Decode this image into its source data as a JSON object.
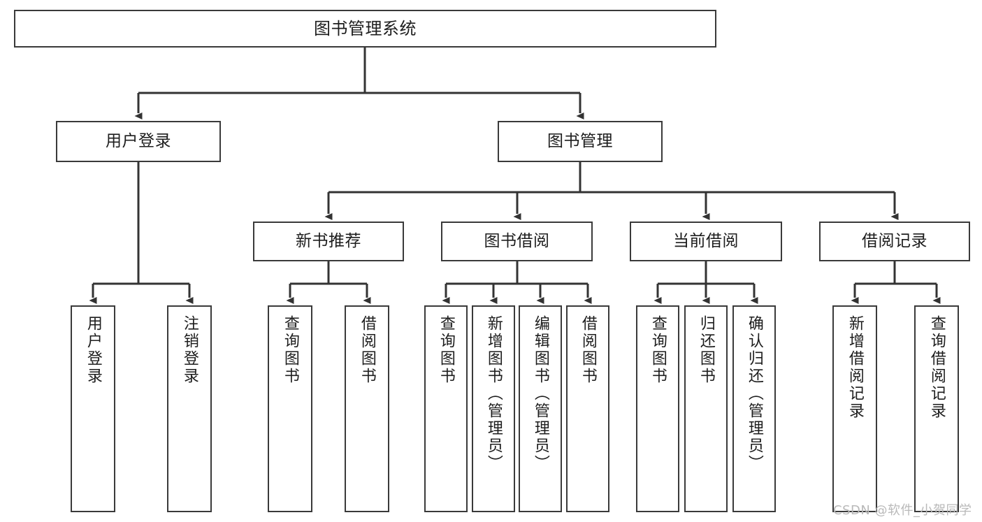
{
  "diagram": {
    "title": "图书管理系统",
    "type": "tree",
    "root": {
      "label": "图书管理系统"
    },
    "level1": [
      {
        "label": "用户登录"
      },
      {
        "label": "图书管理"
      }
    ],
    "level2": [
      {
        "label": "新书推荐"
      },
      {
        "label": "图书借阅"
      },
      {
        "label": "当前借阅"
      },
      {
        "label": "借阅记录"
      }
    ],
    "leaves": {
      "user_login": [
        {
          "label": "用户登录"
        },
        {
          "label": "注销登录"
        }
      ],
      "new_book_recommend": [
        {
          "label": "查询图书"
        },
        {
          "label": "借阅图书"
        }
      ],
      "book_borrow": [
        {
          "label": "查询图书"
        },
        {
          "label": "新增图书（管理员）"
        },
        {
          "label": "编辑图书（管理员）"
        },
        {
          "label": "借阅图书"
        }
      ],
      "current_borrow": [
        {
          "label": "查询图书"
        },
        {
          "label": "归还图书"
        },
        {
          "label": "确认归还（管理员）"
        }
      ],
      "borrow_records": [
        {
          "label": "新增借阅记录"
        },
        {
          "label": "查询借阅记录"
        }
      ]
    }
  },
  "watermark": {
    "text": "CSDN @软件_小贺同学"
  },
  "colors": {
    "node_border": "#3a3a3a",
    "node_fill": "#ffffff",
    "edge": "#333333",
    "text": "#1d1d1d",
    "watermark": "#b9b9b9",
    "background": "#ffffff"
  }
}
